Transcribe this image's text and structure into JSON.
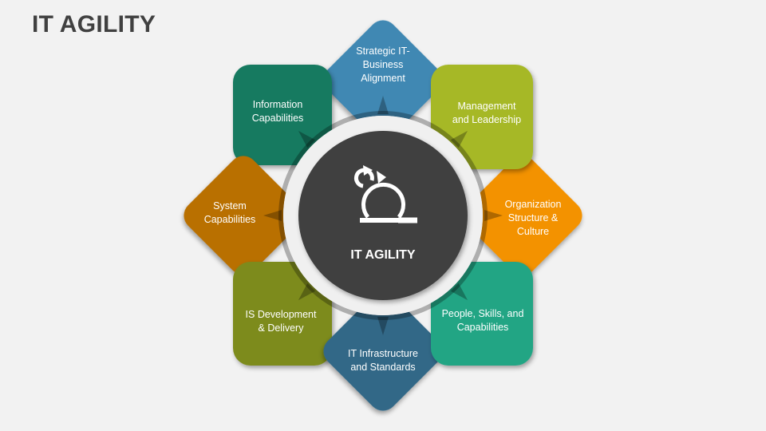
{
  "title": "IT AGILITY",
  "center": {
    "label": "IT AGILITY",
    "icon": "agile-cycle-icon",
    "color": "#404040"
  },
  "segments": [
    {
      "id": "strategic",
      "lines": [
        "Strategic IT-",
        "Business",
        "Alignment"
      ],
      "shape": "diamond",
      "position": "top",
      "color": "#3f88b3"
    },
    {
      "id": "management",
      "lines": [
        "Management",
        "and Leadership"
      ],
      "shape": "rounded-square",
      "position": "top-right",
      "color": "#a6b828"
    },
    {
      "id": "organization",
      "lines": [
        "Organization",
        "Structure &",
        "Culture"
      ],
      "shape": "diamond",
      "position": "right",
      "color": "#f39200"
    },
    {
      "id": "people",
      "lines": [
        "People, Skills, and",
        "Capabilities"
      ],
      "shape": "rounded-square",
      "position": "bottom-right",
      "color": "#21a584"
    },
    {
      "id": "infrastructure",
      "lines": [
        "IT Infrastructure",
        "and Standards"
      ],
      "shape": "diamond",
      "position": "bottom",
      "color": "#316787"
    },
    {
      "id": "isdev",
      "lines": [
        "IS Development",
        "& Delivery"
      ],
      "shape": "rounded-square",
      "position": "bottom-left",
      "color": "#7d8b1f"
    },
    {
      "id": "system",
      "lines": [
        "System",
        "Capabilities"
      ],
      "shape": "diamond",
      "position": "left",
      "color": "#b96f00"
    },
    {
      "id": "information",
      "lines": [
        "Information",
        "Capabilities"
      ],
      "shape": "rounded-square",
      "position": "top-left",
      "color": "#187a60"
    }
  ]
}
